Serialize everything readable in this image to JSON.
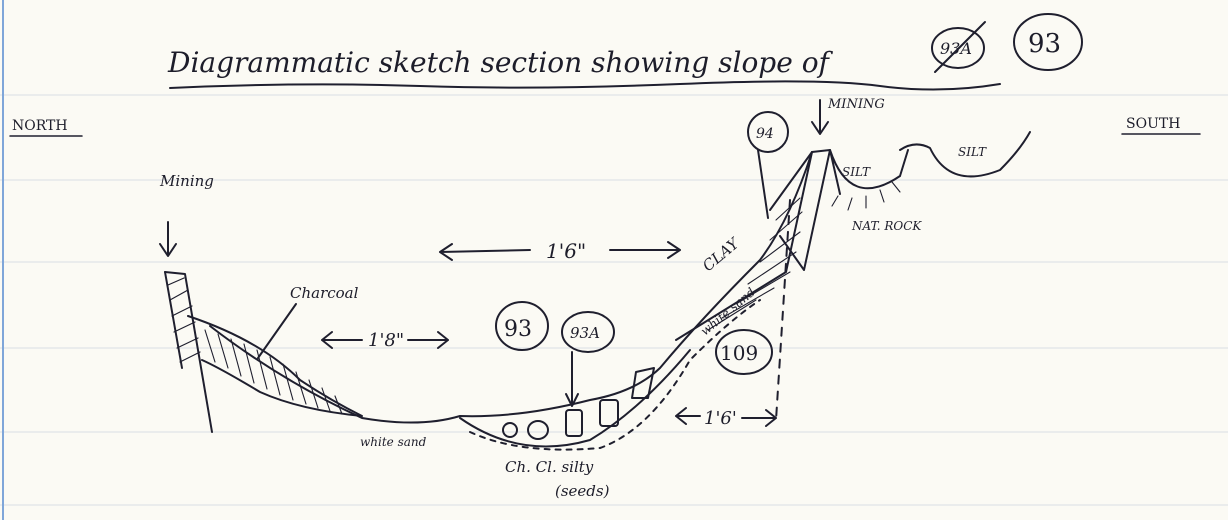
{
  "title": "Diagrammatic sketch section showing slope of",
  "title_ref_struck": "93A",
  "title_ref": "93",
  "north": "NORTH",
  "south": "SOUTH",
  "mining_left": "Mining",
  "mining_right": "MINING",
  "charcoal": "Charcoal",
  "clay": "CLAY",
  "white_sand_right": "white sand",
  "white_sand_left": "white sand",
  "silt_1": "SILT",
  "silt_2": "SILT",
  "nat_rock": "NAT. ROCK",
  "dim_top": "1'6\"",
  "dim_left": "1'8\"",
  "dim_bottom": "1'6'",
  "ref_93": "93",
  "ref_93a": "93A",
  "ref_94": "94",
  "ref_109": "109",
  "fill_line1": "Ch. Cl. silty",
  "fill_line2": "(seeds)"
}
